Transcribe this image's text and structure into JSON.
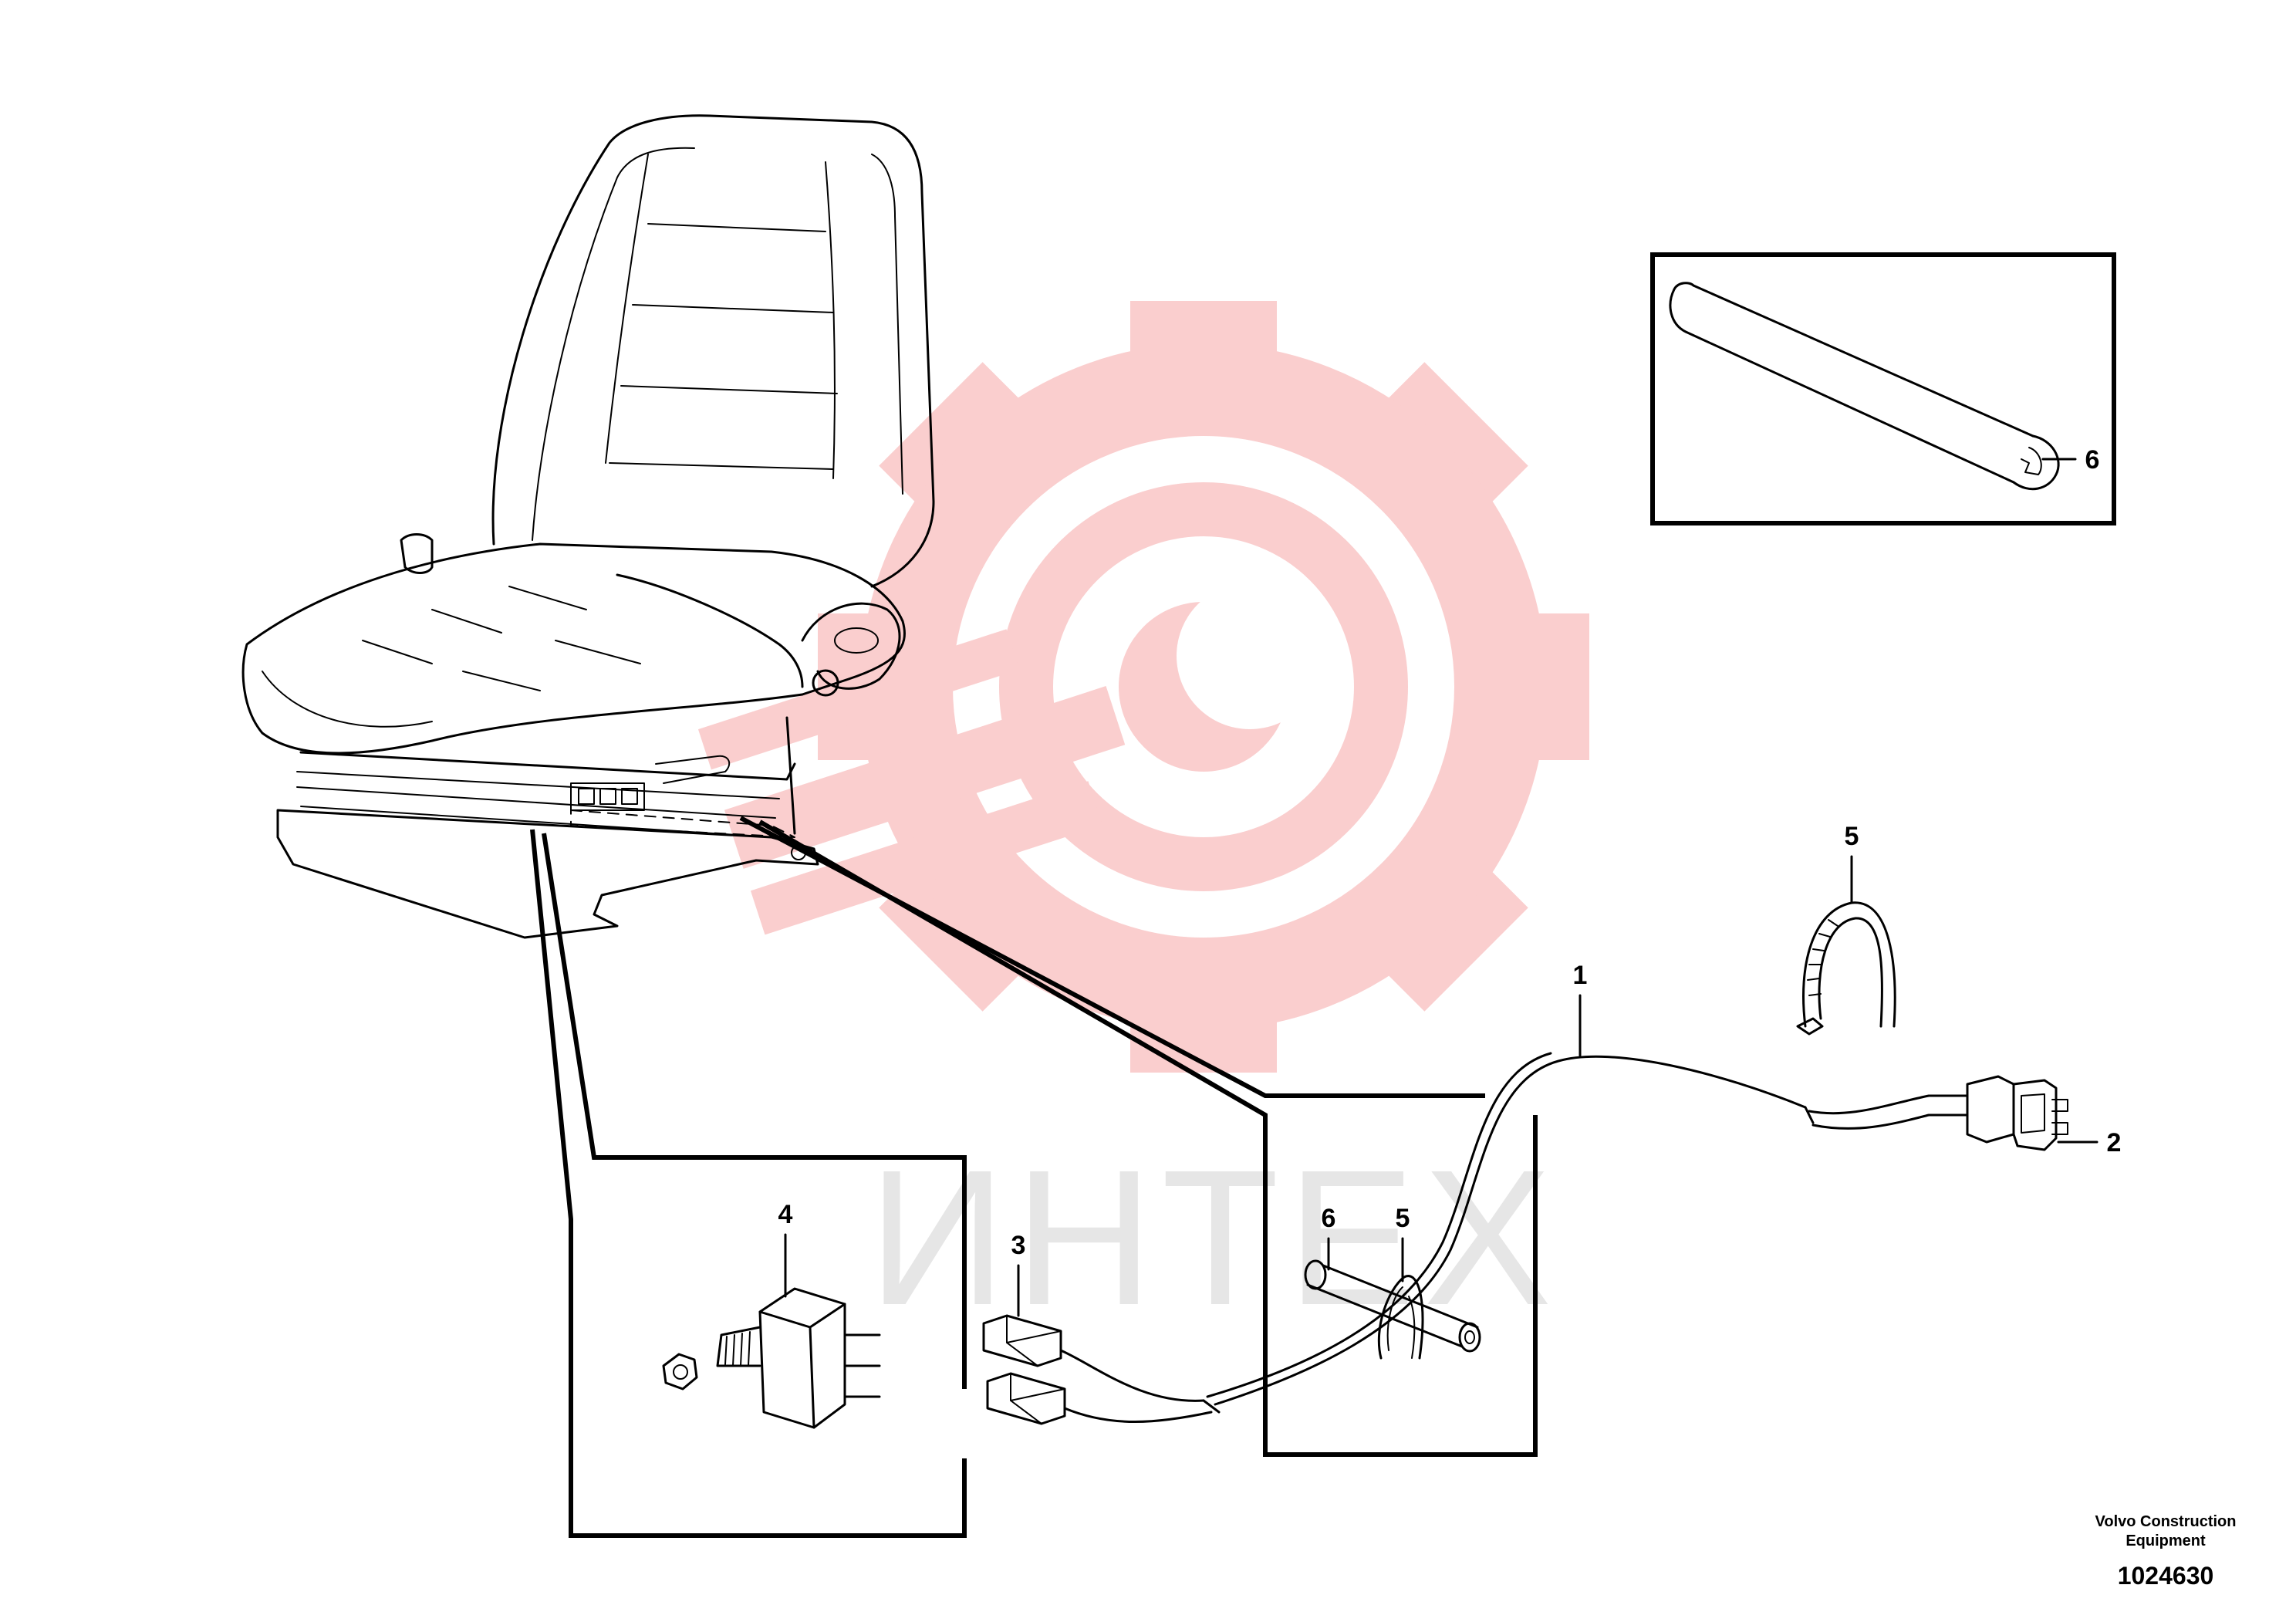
{
  "diagram": {
    "callouts": {
      "wire_harness": "1",
      "connector_housing": "2",
      "terminals": "3",
      "seat_switch": "4",
      "cable_tie_detail": "5",
      "cable_tie_assembly": "5",
      "edge_protection_detail": "6",
      "edge_protection_assembly": "6"
    },
    "watermark_text": "ИНТЕХ",
    "brand_line_1": "Volvo Construction",
    "brand_line_2": "Equipment",
    "document_number": "1024630"
  },
  "colors": {
    "line": "#000000",
    "watermark_gear": "#f5a3a3",
    "watermark_text": "#d2d2d2",
    "background": "#ffffff"
  }
}
